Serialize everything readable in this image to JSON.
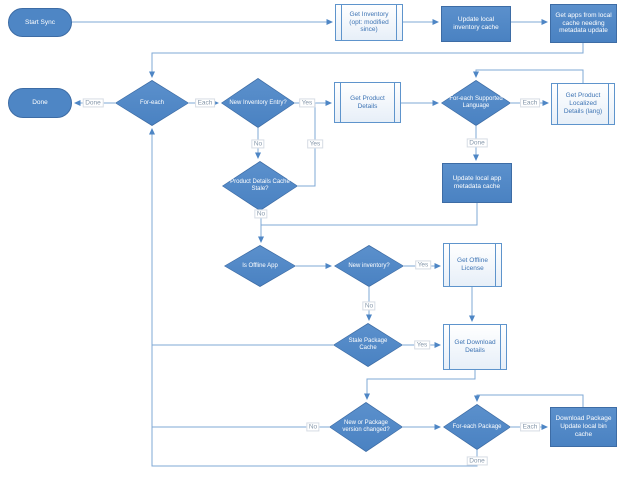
{
  "colors": {
    "solid-fill": "#4e86c5",
    "solid-border": "#3d6ca5",
    "light-border": "#5e94cc",
    "light-text": "#3e74b4",
    "line": "#7fa8d6",
    "arrow": "#4e86c5",
    "label-text": "#8496a9"
  },
  "nodes": {
    "start_sync": {
      "label": "Start Sync",
      "type": "terminator"
    },
    "get_inventory": {
      "label": "Get Inventory (opt: modified since)",
      "type": "subprocess"
    },
    "update_inventory_cache": {
      "label": "Update local inventory cache",
      "type": "process"
    },
    "get_apps_needing_update": {
      "label": "Get apps from local cache needing metadata update",
      "type": "process"
    },
    "done": {
      "label": "Done",
      "type": "terminator"
    },
    "for_each": {
      "label": "For-each",
      "type": "decision"
    },
    "new_inventory_entry": {
      "label": "New Inventory Entry?",
      "type": "decision"
    },
    "get_product_details": {
      "label": "Get Product Details",
      "type": "subprocess"
    },
    "for_each_supported_language": {
      "label": "For-each Supported Language",
      "type": "decision"
    },
    "get_product_localized_details": {
      "label": "Get Product Localized Details (lang)",
      "type": "subprocess"
    },
    "product_details_cache_stale": {
      "label": "Product Details Cache Stale?",
      "type": "decision"
    },
    "update_app_metadata_cache": {
      "label": "Update local app metadata cache",
      "type": "process"
    },
    "is_offline_app": {
      "label": "Is Offline App",
      "type": "decision"
    },
    "new_inventory": {
      "label": "New inventory?",
      "type": "decision"
    },
    "get_offline_license": {
      "label": "Get Offline License",
      "type": "subprocess"
    },
    "stale_package_cache": {
      "label": "Stale Package Cache",
      "type": "decision"
    },
    "get_download_details": {
      "label": "Get Download Details",
      "type": "subprocess"
    },
    "new_or_version_changed": {
      "label": "New or Package version changed?",
      "type": "decision"
    },
    "for_each_package": {
      "label": "For-each Package",
      "type": "decision"
    },
    "download_package": {
      "label": "Download Package Update local bin cache",
      "type": "process"
    }
  },
  "edge_labels": {
    "for_each_done": "Done",
    "for_each_each": "Each",
    "new_entry_yes": "Yes",
    "new_entry_no": "No",
    "cache_stale_yes": "Yes",
    "cache_stale_no": "No",
    "language_each": "Each",
    "language_done": "Done",
    "new_inventory_yes": "Yes",
    "new_inventory_no": "No",
    "stale_package_yes": "Yes",
    "version_changed_no": "No",
    "package_each": "Each",
    "package_done": "Done"
  }
}
